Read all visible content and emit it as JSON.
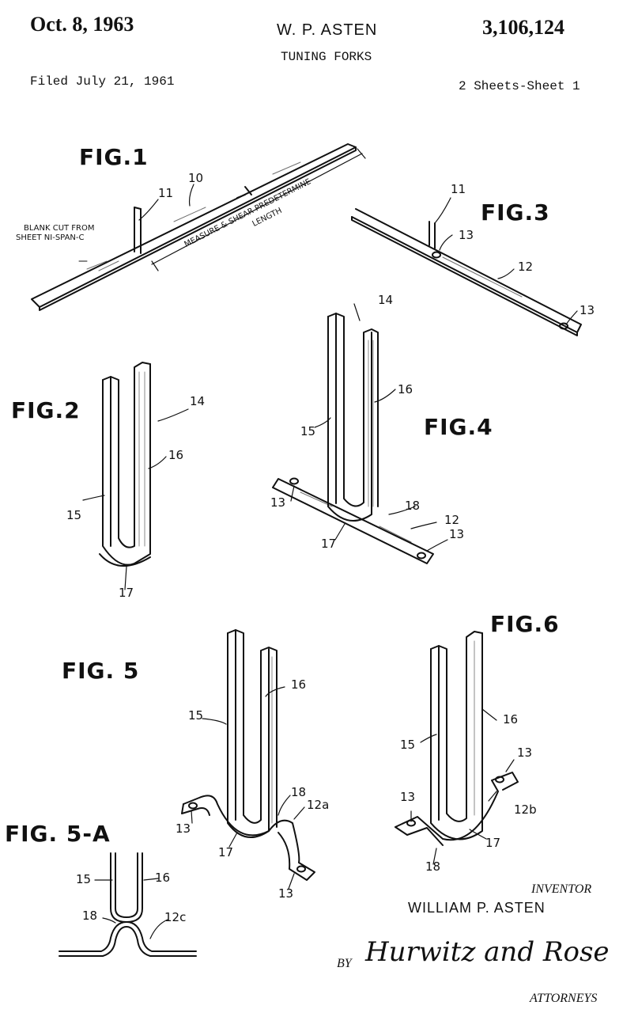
{
  "header": {
    "date": "Oct. 8, 1963",
    "inventor_name": "W. P. ASTEN",
    "patent_number": "3,106,124",
    "title": "TUNING FORKS",
    "filed": "Filed July 21, 1961",
    "sheets": "2 Sheets-Sheet 1"
  },
  "figures": {
    "fig1": {
      "label": "FIG.1",
      "note_line1": "BLANK CUT FROM",
      "note_line2": "SHEET NI-SPAN-C",
      "measure_line1": "MEASURE & SHEAR PREDETERMINE",
      "measure_line2": "LENGTH",
      "ref_10": "10",
      "ref_11": "11"
    },
    "fig2": {
      "label": "FIG.2",
      "ref_14": "14",
      "ref_15": "15",
      "ref_16": "16",
      "ref_17": "17"
    },
    "fig3": {
      "label": "FIG.3",
      "ref_11": "11",
      "ref_12": "12",
      "ref_13a": "13",
      "ref_13b": "13"
    },
    "fig4": {
      "label": "FIG.4",
      "ref_12": "12",
      "ref_13a": "13",
      "ref_13b": "13",
      "ref_14": "14",
      "ref_15": "15",
      "ref_16": "16",
      "ref_17": "17",
      "ref_18": "18"
    },
    "fig5": {
      "label": "FIG. 5",
      "ref_12a": "12a",
      "ref_13a": "13",
      "ref_13b": "13",
      "ref_15": "15",
      "ref_16": "16",
      "ref_17": "17",
      "ref_18": "18"
    },
    "fig5a": {
      "label": "FIG. 5-A",
      "ref_12c": "12c",
      "ref_15": "15",
      "ref_16": "16",
      "ref_18": "18"
    },
    "fig6": {
      "label": "FIG.6",
      "ref_12b": "12b",
      "ref_13a": "13",
      "ref_13b": "13",
      "ref_15": "15",
      "ref_16": "16",
      "ref_17": "17",
      "ref_18": "18"
    }
  },
  "footer": {
    "inventor_label": "INVENTOR",
    "inventor_full": "WILLIAM P. ASTEN",
    "by": "BY",
    "signature": "Hurwitz and Rose",
    "attorneys": "ATTORNEYS"
  }
}
